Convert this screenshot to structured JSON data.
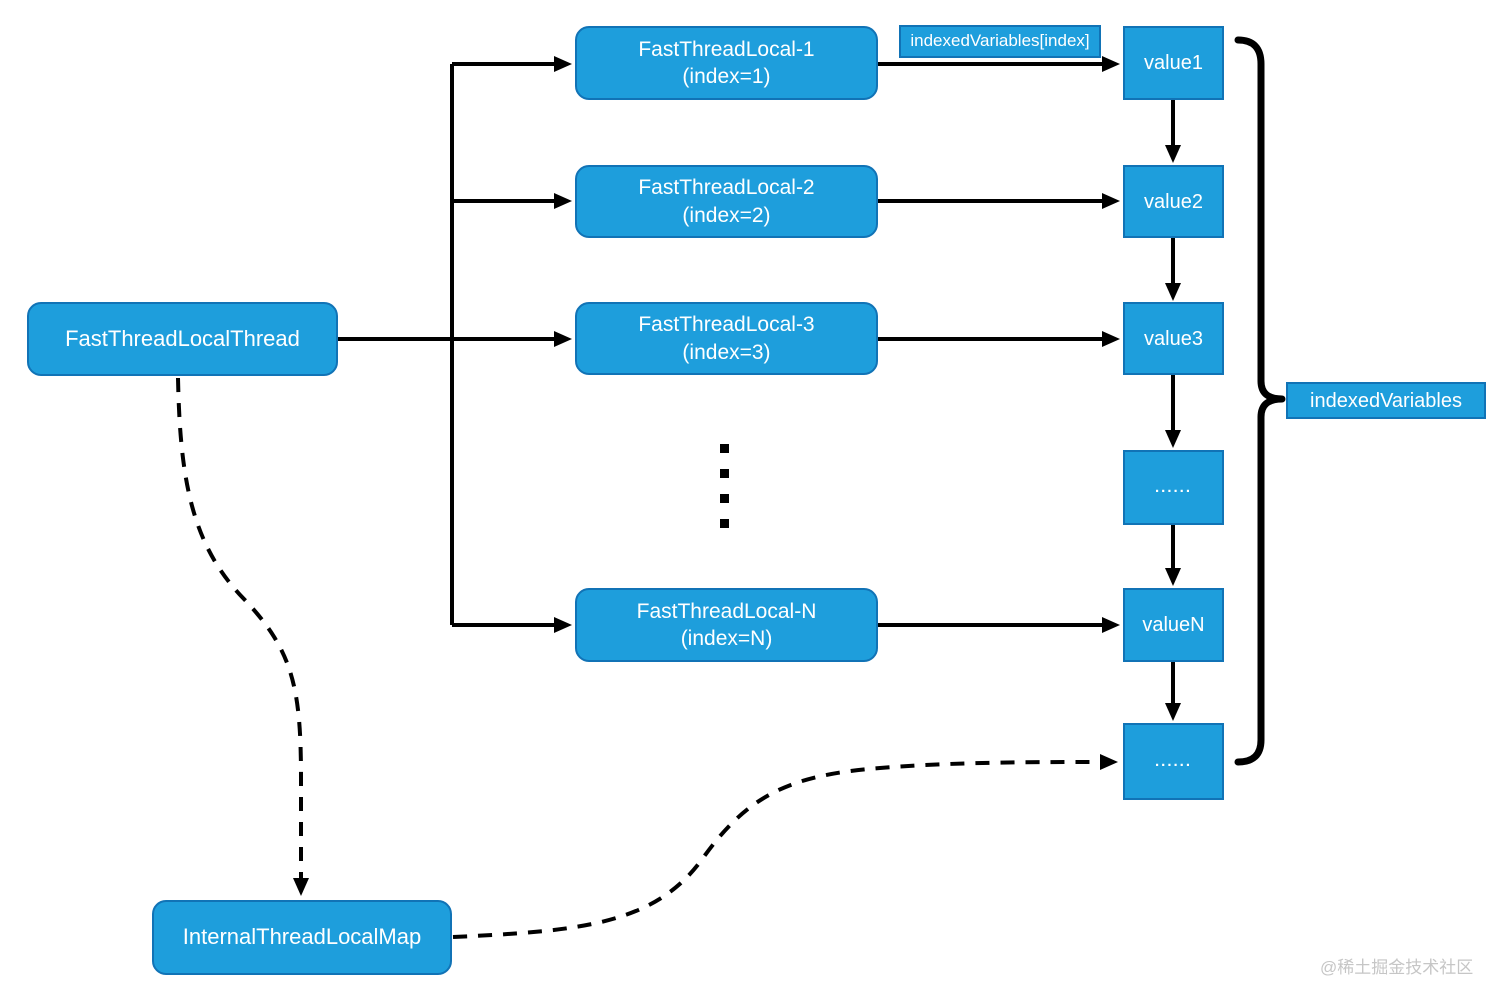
{
  "colors": {
    "node_fill": "#1E9EDC",
    "node_border": "#1173B6",
    "node_text": "#ffffff",
    "arrow": "#000000",
    "watermark": "#c6c6c6"
  },
  "nodes": {
    "fastThreadLocalThread": {
      "label": "FastThreadLocalThread"
    },
    "internalThreadLocalMap": {
      "label": "InternalThreadLocalMap"
    },
    "ftl1": {
      "line1": "FastThreadLocal-1",
      "line2": "(index=1)"
    },
    "ftl2": {
      "line1": "FastThreadLocal-2",
      "line2": "(index=2)"
    },
    "ftl3": {
      "line1": "FastThreadLocal-3",
      "line2": "(index=3)"
    },
    "ftlN": {
      "line1": "FastThreadLocal-N",
      "line2": "(index=N)"
    },
    "value1": {
      "label": "value1"
    },
    "value2": {
      "label": "value2"
    },
    "value3": {
      "label": "value3"
    },
    "valueMidEllipsis": {
      "label": "......"
    },
    "valueN": {
      "label": "valueN"
    },
    "valueBottomEllipsis": {
      "label": "......"
    }
  },
  "edge_labels": {
    "indexed_variables_index": "indexedVariables[index]",
    "indexed_variables": "indexedVariables"
  },
  "watermark": "@稀土掘金技术社区"
}
